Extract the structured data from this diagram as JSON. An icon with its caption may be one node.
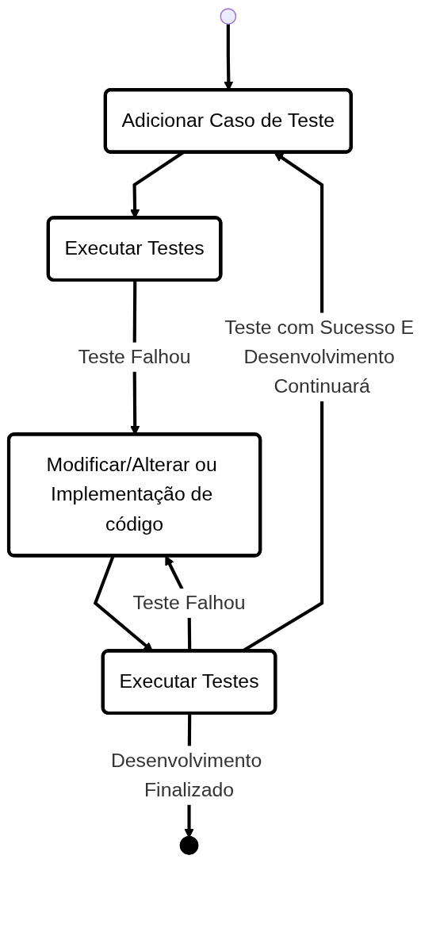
{
  "diagram": {
    "nodes": [
      {
        "text": [],
        "shape": "circle"
      },
      {
        "text": [
          "Adicionar Caso de Teste"
        ]
      },
      {
        "text": [
          "Executar Testes"
        ]
      },
      {
        "text": [
          "Modificar/Alterar ou Implementação de código"
        ]
      },
      {
        "text": [
          "Executar Testes"
        ]
      },
      {
        "text": [],
        "shape": "circle"
      }
    ],
    "edges": [
      {
        "from": 0,
        "to": 1,
        "arrow": "to"
      },
      {
        "from": 1,
        "to": 2,
        "arrow": "to"
      },
      {
        "from": 2,
        "to": 3,
        "arrow": "to",
        "label": "Teste Falhou"
      },
      {
        "from": 3,
        "to": 4,
        "arrow": "to"
      },
      {
        "from": 4,
        "to": 3,
        "arrow": "to",
        "label": "Teste Falhou"
      },
      {
        "from": 4,
        "to": 1,
        "arrow": "to",
        "label": "Teste com Sucesso E Desenvolvimento Continuará"
      },
      {
        "from": 4,
        "to": 5,
        "arrow": "to",
        "label": "Desenvolvimento Finalizado"
      }
    ]
  }
}
